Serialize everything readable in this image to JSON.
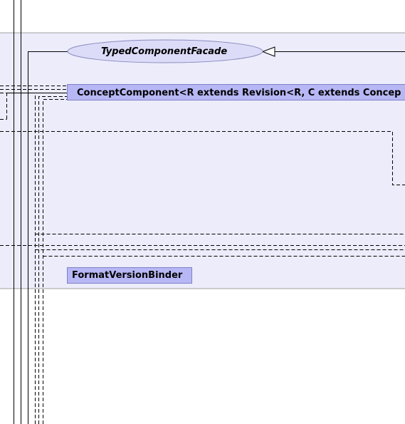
{
  "diagram": {
    "package_fill": "#ececfb",
    "package_border": "#a0a0a0",
    "class_fill": "#b7b7f5",
    "class_border": "#8080c8",
    "interface_fill": "#dcdcf8",
    "interface_border": "#8a8ac0",
    "edge_color": "#000000",
    "nodes": {
      "interface_typed_component_facade": "TypedComponentFacade",
      "class_concept_component": "ConceptComponent<R extends Revision<R, C extends Concep",
      "class_format_version_binder": "FormatVersionBinder"
    }
  }
}
